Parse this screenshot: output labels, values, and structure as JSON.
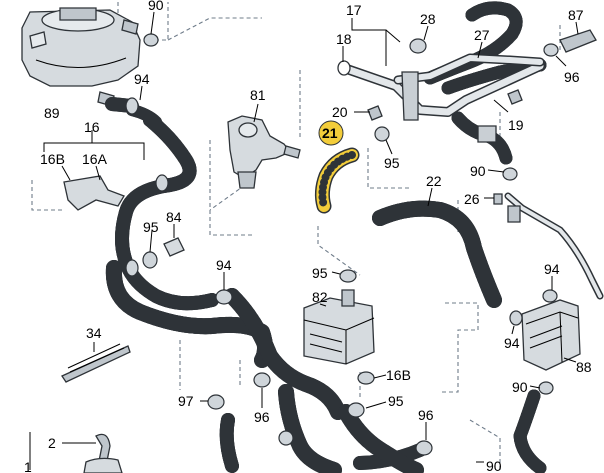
{
  "colors": {
    "hose": "#d6dbdf",
    "highlight_part": "#f3cd3a",
    "highlight_label_bg": "#f3cd3a",
    "part_fill": "#d6dbdf",
    "dashed_line": "#6f7c8a"
  },
  "highlighted_part": "21",
  "labels": {
    "l90a": "90",
    "l17": "17",
    "l18": "18",
    "l28": "28",
    "l27": "27",
    "l87": "87",
    "l94a": "94",
    "l96a": "96",
    "l89": "89",
    "l81": "81",
    "l20": "20",
    "l21": "21",
    "l19": "19",
    "l16": "16",
    "l16B": "16B",
    "l16A": "16A",
    "l95a": "95",
    "l90b": "90",
    "l22": "22",
    "l26": "26",
    "l95b": "95",
    "l84": "84",
    "l94b": "94",
    "l95c": "95",
    "l94c": "94",
    "l82": "82",
    "l34": "34",
    "l94d": "94",
    "l88": "88",
    "l16B2": "16B",
    "l97": "97",
    "l96b": "96",
    "l95d": "95",
    "l96c": "96",
    "l90c": "90",
    "l2": "2",
    "l1": "1",
    "l90d": "90"
  }
}
